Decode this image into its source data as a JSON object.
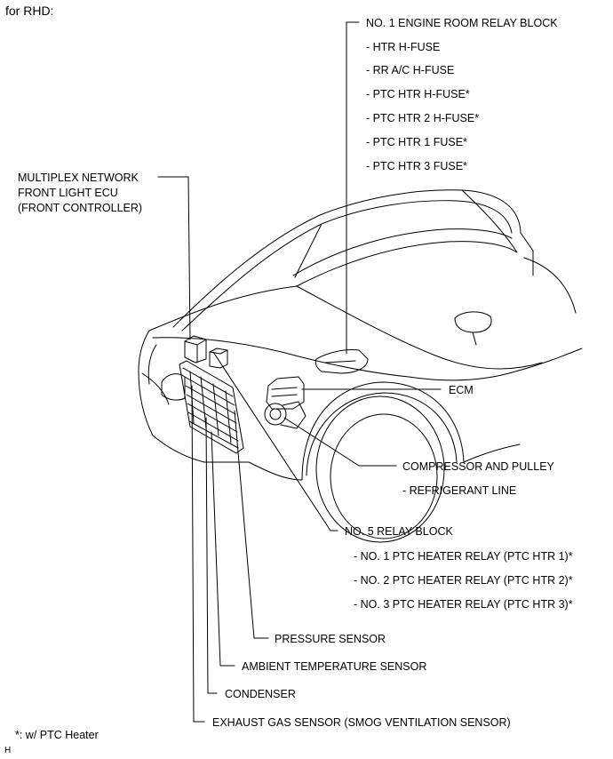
{
  "header": {
    "variant": "for RHD:"
  },
  "relay_block_1": {
    "title": "NO. 1 ENGINE ROOM RELAY BLOCK",
    "items": [
      "- HTR H-FUSE",
      "- RR A/C H-FUSE",
      "- PTC HTR H-FUSE*",
      "- PTC HTR 2 H-FUSE*",
      "- PTC HTR 1 FUSE*",
      "- PTC HTR 3 FUSE*"
    ]
  },
  "front_ecu": {
    "lines": [
      "MULTIPLEX NETWORK",
      "FRONT LIGHT ECU",
      "(FRONT CONTROLLER)"
    ]
  },
  "ecm": {
    "label": "ECM"
  },
  "compressor": {
    "title": "COMPRESSOR AND PULLEY",
    "item": "- REFRIGERANT LINE"
  },
  "relay_block_5": {
    "title": "NO. 5 RELAY BLOCK",
    "items": [
      "- NO. 1 PTC HEATER RELAY (PTC HTR 1)*",
      "- NO. 2 PTC HEATER RELAY (PTC HTR 2)*",
      "- NO. 3 PTC HEATER RELAY (PTC HTR 3)*"
    ]
  },
  "pressure_sensor": {
    "label": "PRESSURE SENSOR"
  },
  "ambient_sensor": {
    "label": "AMBIENT TEMPERATURE SENSOR"
  },
  "condenser": {
    "label": "CONDENSER"
  },
  "exhaust_sensor": {
    "label": "EXHAUST GAS SENSOR (SMOG VENTILATION SENSOR)"
  },
  "footnote": "*: w/ PTC Heater",
  "corner_code": "H",
  "colors": {
    "line": "#000000",
    "background": "#ffffff"
  }
}
